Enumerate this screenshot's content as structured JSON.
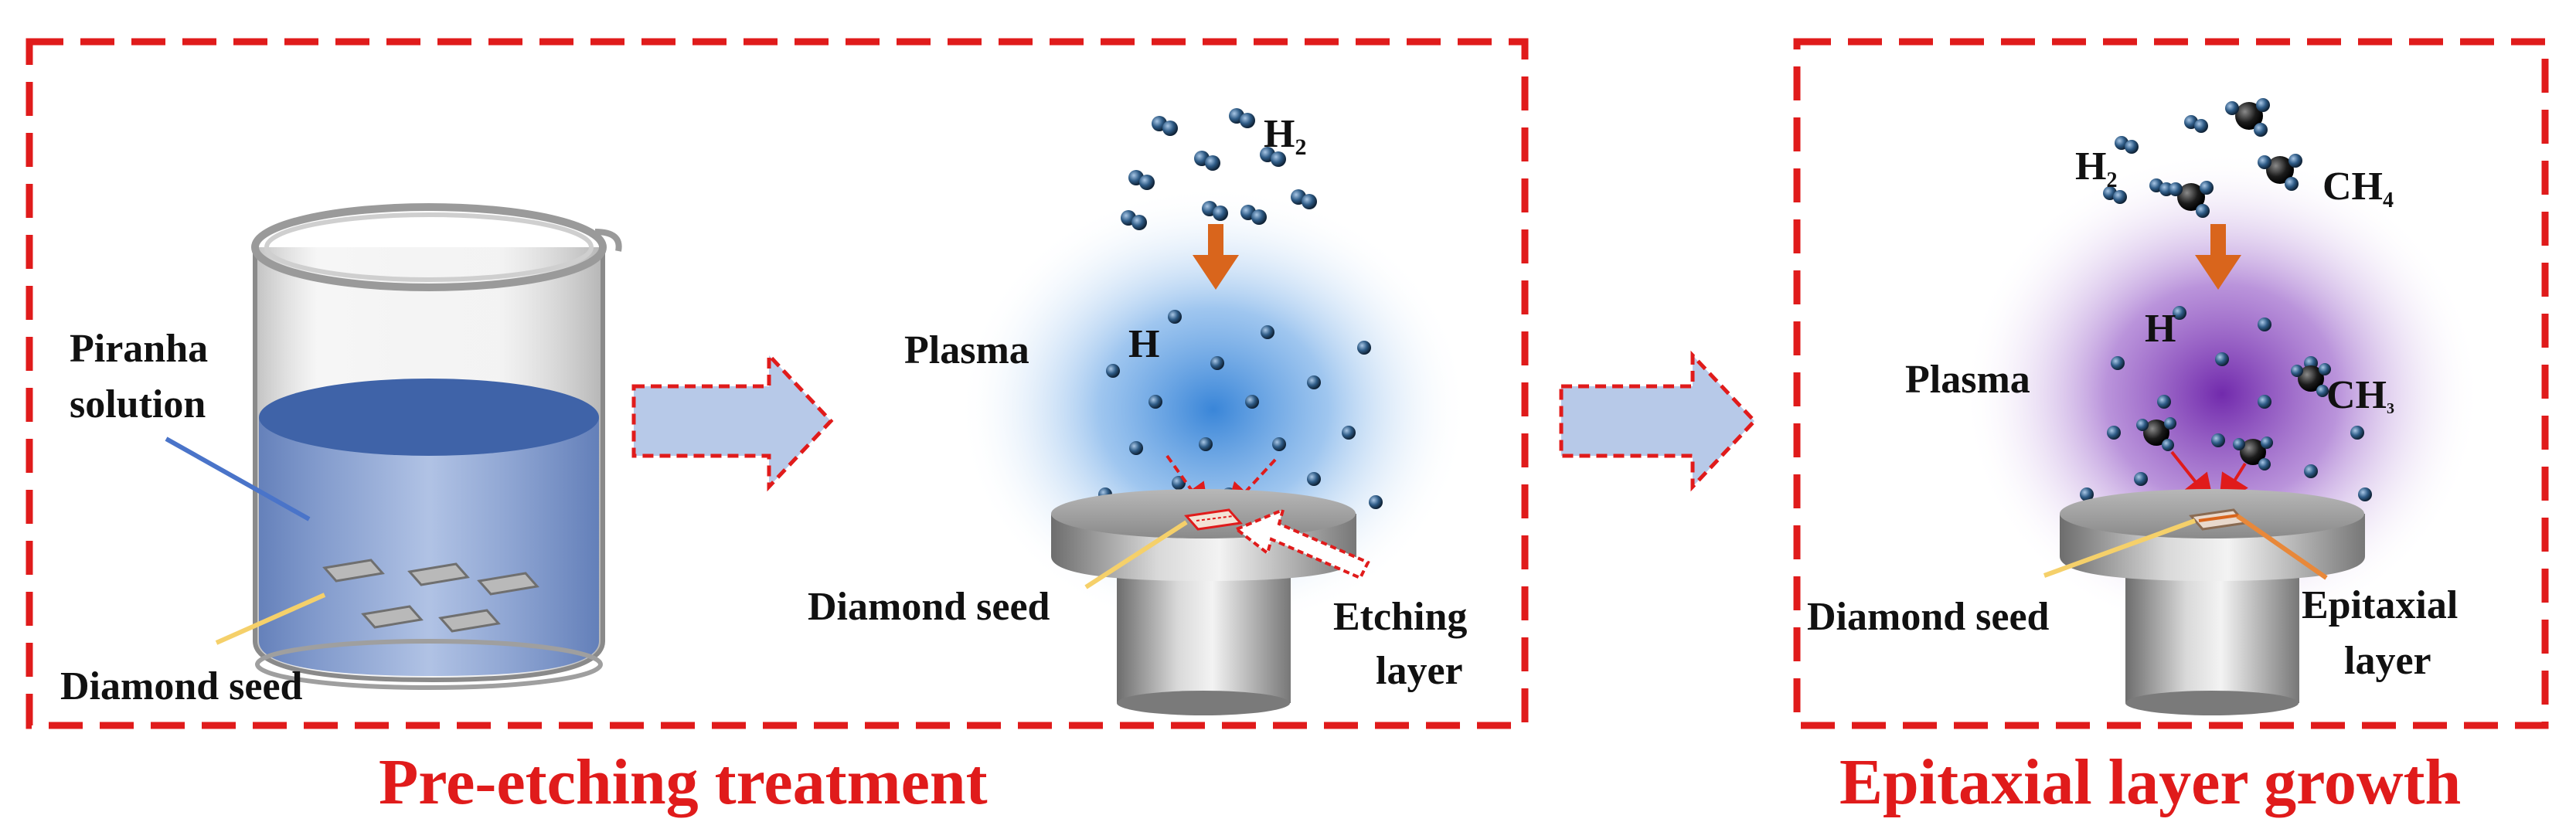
{
  "panels": {
    "pre_etching": {
      "title": "Pre-etching treatment",
      "piranha_line1": "Piranha",
      "piranha_line2": "solution",
      "beaker_seed_label": "Diamond seed",
      "plasma_label": "Plasma",
      "gas_label": "H",
      "gas_sub": "2",
      "radical_label": "H",
      "seed_label": "Diamond seed",
      "layer_line1": "Etching",
      "layer_line2": "layer"
    },
    "epitaxial": {
      "title": "Epitaxial layer growth",
      "plasma_label": "Plasma",
      "h2_label": "H",
      "h2_sub": "2",
      "ch4_label": "CH",
      "ch4_sub": "4",
      "h_label": "H",
      "ch3_label": "CH",
      "ch3_sub": "3",
      "seed_label": "Diamond seed",
      "layer_line1": "Epitaxial",
      "layer_line2": "layer"
    }
  },
  "colors": {
    "frame": "#e01b1b",
    "arrow_fill": "#b7c9e8",
    "blue_plasma": "#4a8fd8",
    "purple_plasma": "#7a2fb0",
    "solution": "#3f63a8",
    "drop_arrow": "#d9651c",
    "pointer_yellow": "#f5d06a",
    "pointer_orange": "#e8883a"
  }
}
